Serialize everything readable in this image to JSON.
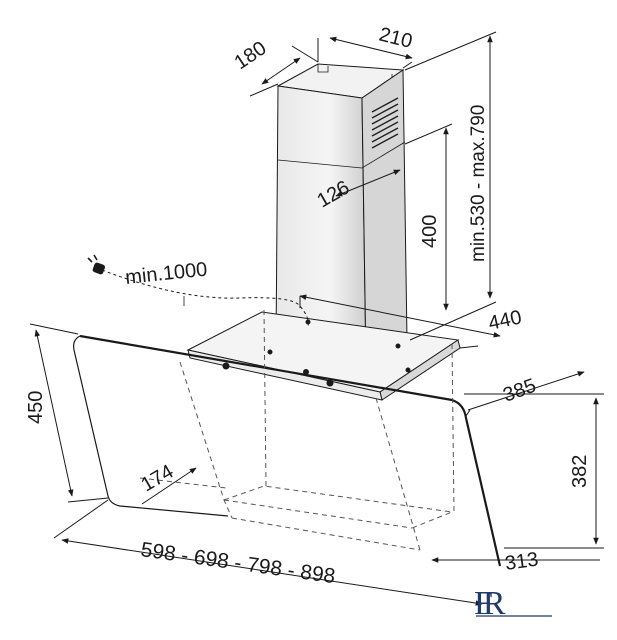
{
  "dimensions": {
    "chimney_width": "210",
    "chimney_depth": "180",
    "chimney_height_range": "min.530 - max.790",
    "chimney_front_height": "400",
    "chimney_offset": "126",
    "hood_depth_top": "440",
    "hood_depth_mid": "385",
    "hood_front_height": "382",
    "hood_height": "450",
    "widths": "598 - 698 - 798 - 898",
    "bottom_depth": "313",
    "inner_offset": "174",
    "cable_length": "min.1000"
  },
  "logo": {
    "text": "FR",
    "color": "#1f3a6b"
  },
  "colors": {
    "line": "#1a1a1a",
    "dash": "#555555",
    "shade": "#d9d9d9"
  },
  "icons": {
    "plug": "plug-icon"
  }
}
